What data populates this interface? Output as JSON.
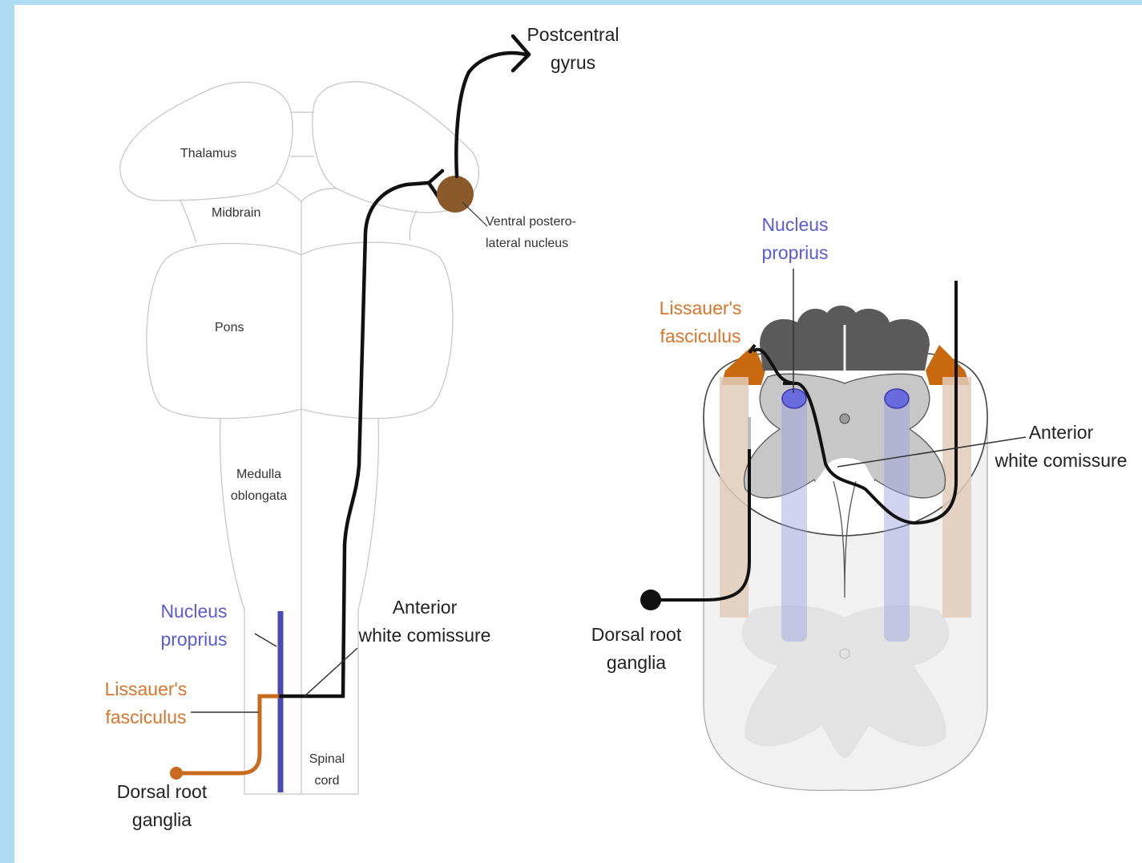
{
  "brainstem": {
    "thalamus": "Thalamus",
    "midbrain": "Midbrain",
    "pons": "Pons",
    "medulla": [
      "Medulla",
      "oblongata"
    ],
    "spinal_cord": [
      "Spinal",
      "cord"
    ],
    "vpl": [
      "Ventral postero-",
      "lateral nucleus"
    ],
    "postcentral": [
      "Postcentral",
      "gyrus"
    ],
    "nucleus_proprius": [
      "Nucleus",
      "proprius"
    ],
    "lissauer": [
      "Lissauer's",
      "fasciculus"
    ],
    "anterior_commissure": [
      "Anterior",
      "white comissure"
    ],
    "dorsal_root": [
      "Dorsal root",
      "ganglia"
    ]
  },
  "cord_section": {
    "nucleus_proprius": [
      "Nucleus",
      "proprius"
    ],
    "lissauer": [
      "Lissauer's",
      "fasciculus"
    ],
    "anterior_commissure": [
      "Anterior",
      "white comissure"
    ],
    "dorsal_root": [
      "Dorsal root",
      "ganglia"
    ]
  },
  "colors": {
    "nucleus_proprius": "#5b5bd6",
    "lissauer": "#d9752a",
    "vpl": "#8b5a2b",
    "pathway": "#111111"
  }
}
